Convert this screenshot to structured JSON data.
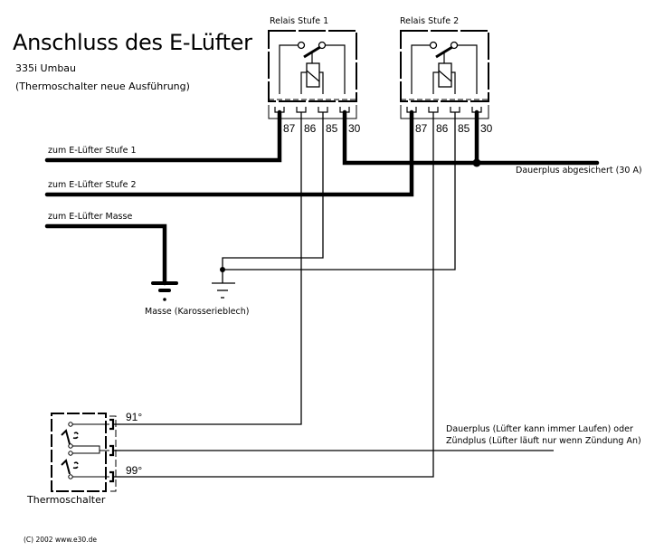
{
  "header": {
    "title": "Anschluss des E-Lüfter",
    "subtitle_1": "335i Umbau",
    "subtitle_2": "(Thermoschalter neue Ausführung)"
  },
  "relays": [
    {
      "label": "Relais Stufe 1",
      "pins": [
        "87",
        "86",
        "85",
        "30"
      ]
    },
    {
      "label": "Relais Stufe 2",
      "pins": [
        "87",
        "86",
        "85",
        "30"
      ]
    }
  ],
  "wires": {
    "fan_stage_1": "zum E-Lüfter Stufe 1",
    "fan_stage_2": "zum E-Lüfter Stufe 2",
    "fan_ground": "zum E-Lüfter Masse",
    "permanent_plus": "Dauerplus abgesichert (30 A)",
    "ground": "Masse (Karosserieblech)",
    "supply_line_1": "Dauerplus (Lüfter kann immer Laufen) oder",
    "supply_line_2": "Zündplus (Lüfter läuft nur wenn Zündung An)"
  },
  "thermoswitch": {
    "label": "Thermoschalter",
    "temp_low": "91°",
    "temp_high": "99°"
  },
  "footer": {
    "copyright": "(C) 2002 www.e30.de"
  }
}
